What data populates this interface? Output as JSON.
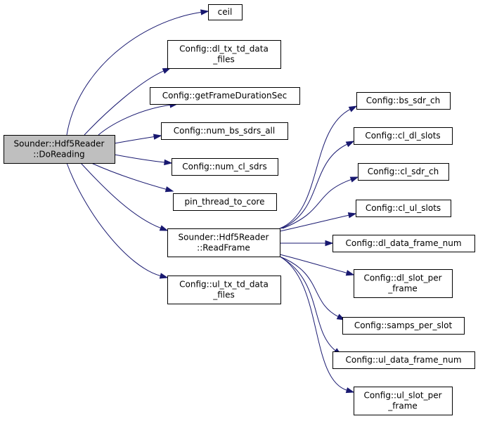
{
  "diagram": {
    "nodes": [
      {
        "id": "root",
        "lines": [
          "Sounder::Hdf5Reader",
          "::DoReading"
        ],
        "highlight": true
      },
      {
        "id": "ceil",
        "lines": [
          "ceil"
        ]
      },
      {
        "id": "dl_tx",
        "lines": [
          "Config::dl_tx_td_data",
          "_files"
        ]
      },
      {
        "id": "getframe",
        "lines": [
          "Config::getFrameDurationSec"
        ]
      },
      {
        "id": "num_bs",
        "lines": [
          "Config::num_bs_sdrs_all"
        ]
      },
      {
        "id": "num_cl",
        "lines": [
          "Config::num_cl_sdrs"
        ]
      },
      {
        "id": "pin",
        "lines": [
          "pin_thread_to_core"
        ]
      },
      {
        "id": "readframe",
        "lines": [
          "Sounder::Hdf5Reader",
          "::ReadFrame"
        ]
      },
      {
        "id": "ul_tx",
        "lines": [
          "Config::ul_tx_td_data",
          "_files"
        ]
      },
      {
        "id": "bs_sdr_ch",
        "lines": [
          "Config::bs_sdr_ch"
        ]
      },
      {
        "id": "cl_dl_slots",
        "lines": [
          "Config::cl_dl_slots"
        ]
      },
      {
        "id": "cl_sdr_ch",
        "lines": [
          "Config::cl_sdr_ch"
        ]
      },
      {
        "id": "cl_ul_slots",
        "lines": [
          "Config::cl_ul_slots"
        ]
      },
      {
        "id": "dl_data_frame_num",
        "lines": [
          "Config::dl_data_frame_num"
        ]
      },
      {
        "id": "dl_slot_per_frame",
        "lines": [
          "Config::dl_slot_per",
          "_frame"
        ]
      },
      {
        "id": "samps_per_slot",
        "lines": [
          "Config::samps_per_slot"
        ]
      },
      {
        "id": "ul_data_frame_num",
        "lines": [
          "Config::ul_data_frame_num"
        ]
      },
      {
        "id": "ul_slot_per_frame",
        "lines": [
          "Config::ul_slot_per",
          "_frame"
        ]
      }
    ],
    "edges": [
      {
        "from": "root",
        "to": "ceil"
      },
      {
        "from": "root",
        "to": "dl_tx"
      },
      {
        "from": "root",
        "to": "getframe"
      },
      {
        "from": "root",
        "to": "num_bs"
      },
      {
        "from": "root",
        "to": "num_cl"
      },
      {
        "from": "root",
        "to": "pin"
      },
      {
        "from": "root",
        "to": "readframe"
      },
      {
        "from": "root",
        "to": "ul_tx"
      },
      {
        "from": "readframe",
        "to": "bs_sdr_ch"
      },
      {
        "from": "readframe",
        "to": "cl_dl_slots"
      },
      {
        "from": "readframe",
        "to": "cl_sdr_ch"
      },
      {
        "from": "readframe",
        "to": "cl_ul_slots"
      },
      {
        "from": "readframe",
        "to": "dl_data_frame_num"
      },
      {
        "from": "readframe",
        "to": "dl_slot_per_frame"
      },
      {
        "from": "readframe",
        "to": "samps_per_slot"
      },
      {
        "from": "readframe",
        "to": "ul_data_frame_num"
      },
      {
        "from": "readframe",
        "to": "ul_slot_per_frame"
      }
    ],
    "colors": {
      "edge": "#191970",
      "node_border": "#000000",
      "root_fill": "#bfbfbf",
      "node_fill": "#ffffff"
    }
  }
}
